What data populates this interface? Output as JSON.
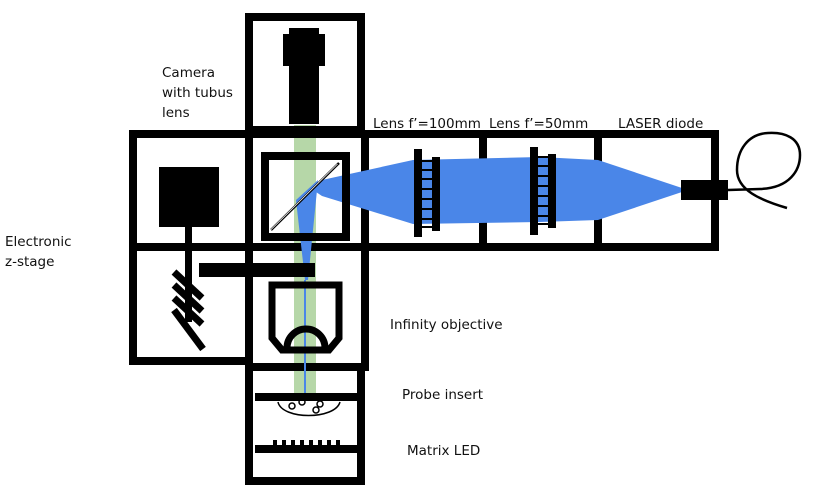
{
  "labels": {
    "camera": "Camera\nwith tubus\nlens",
    "z_stage": "Electronic\nz-stage",
    "lens_100": "Lens f’=100mm",
    "lens_50": "Lens f’=50mm",
    "laser": "LASER diode",
    "objective": "Infinity objective",
    "probe": "Probe insert",
    "matrix_led": "Matrix LED"
  },
  "colors": {
    "frame": "#000000",
    "laser_beam": "#4a86e8",
    "illumination": "#b6d7a8",
    "background": "#ffffff"
  }
}
